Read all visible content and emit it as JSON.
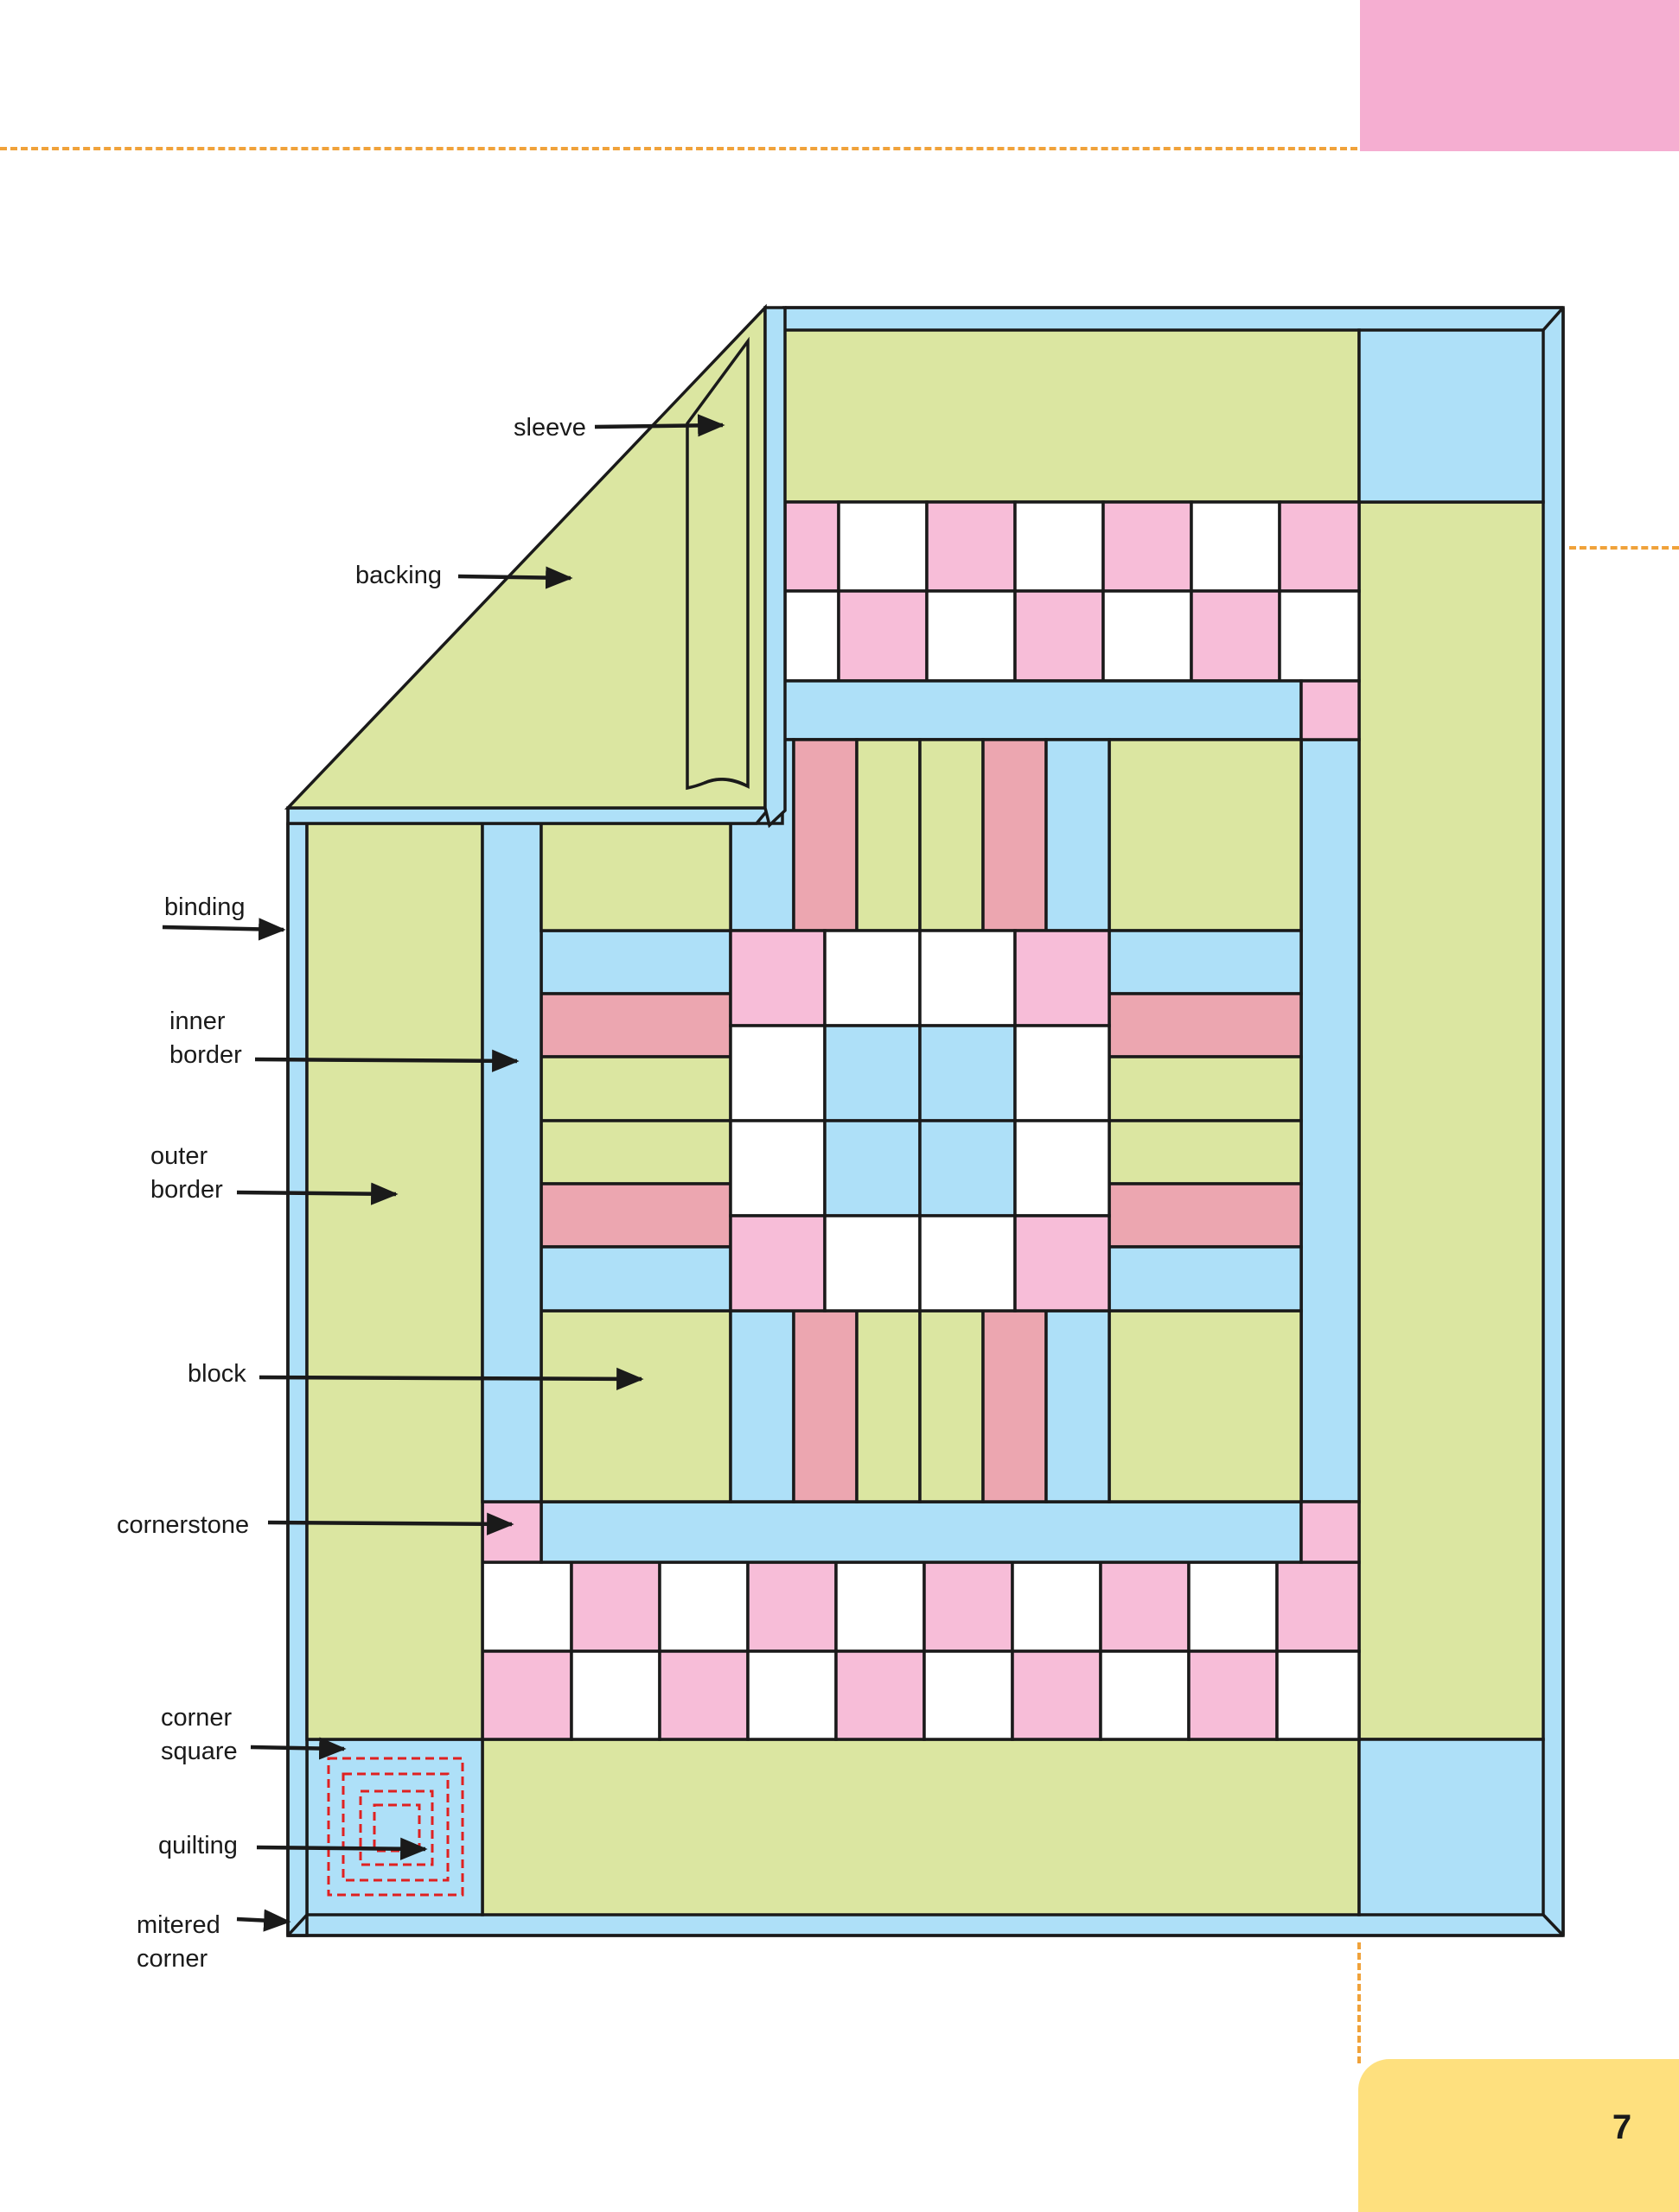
{
  "page": {
    "number": "7"
  },
  "colors": {
    "green": "#dbe6a1",
    "blue": "#aee0f8",
    "pink": "#f7bdd8",
    "rose": "#eca6b0",
    "white": "#ffffff",
    "quilting": "#e02020",
    "outline": "#1a1a1a",
    "tab_pink": "#f5aed1",
    "tab_yellow": "#fee07e",
    "guide_orange": "#f0a23a"
  },
  "labels": {
    "sleeve": "sleeve",
    "backing": "backing",
    "binding": "binding",
    "inner_border_1": "inner",
    "inner_border_2": "border",
    "outer_border_1": "outer",
    "outer_border_2": "border",
    "block": "block",
    "cornerstone": "cornerstone",
    "corner_square_1": "corner",
    "corner_square_2": "square",
    "quilting": "quilting",
    "mitered_corner_1": "mitered",
    "mitered_corner_2": "corner"
  }
}
